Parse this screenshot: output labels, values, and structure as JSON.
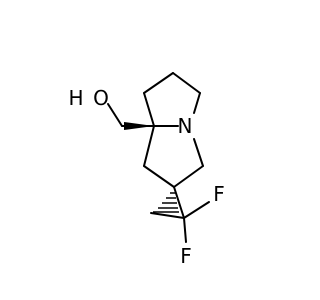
{
  "molecule": {
    "atom_labels": {
      "hydroxyl_h": "H",
      "hydroxyl_o": "O",
      "nitrogen": "N",
      "fluorine_1": "F",
      "fluorine_2": "F"
    }
  }
}
